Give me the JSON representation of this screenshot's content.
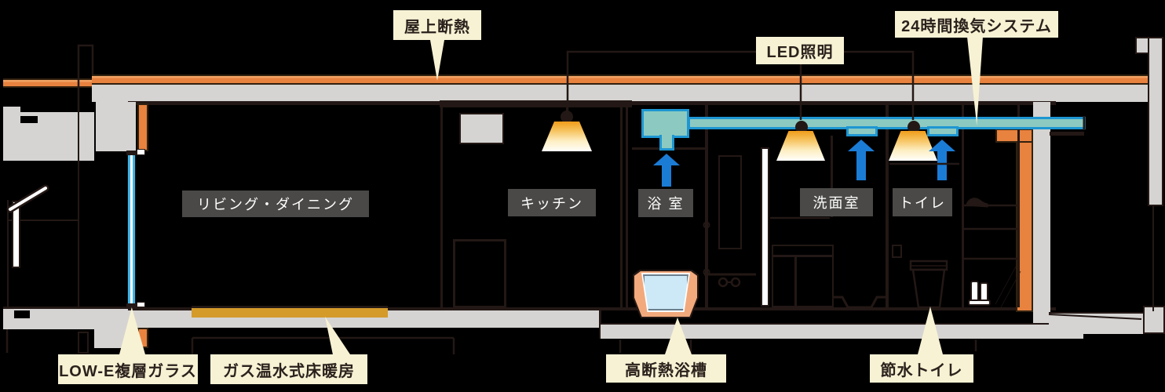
{
  "diagram": {
    "description": "apartment cross-section feature diagram",
    "callouts": {
      "rooftop_insulation": "屋上断熱",
      "led_lighting": "LED照明",
      "ventilation_24h": "24時間換気システム",
      "low_e_glass": "LOW-E複層ガラス",
      "gas_floor_heating": "ガス温水式床暖房",
      "insulated_bathtub": "高断熱浴槽",
      "water_saving_toilet": "節水トイレ"
    },
    "rooms": {
      "living_dining": "リビング・ダイニング",
      "kitchen": "キッチン",
      "bathroom": "浴 室",
      "washroom": "洗面室",
      "toilet": "トイレ"
    },
    "colors": {
      "background": "#000000",
      "insulation_orange": "#e8823f",
      "insulation_orange_highlight": "#f2a263",
      "concrete_gray": "#d5d4d2",
      "duct_teal": "#8ccac1",
      "duct_border_blue": "#1e96d2",
      "airflow_arrow_blue": "#1b7cd6",
      "glass_cyan": "#3fb4e8",
      "floor_heating_gold": "#d49b2b",
      "bathtub_shell_orange": "#f2a97c",
      "bath_water_blue": "#cde9f8",
      "callout_cream": "#f7f2d4",
      "room_label_gray": "#4a4947",
      "outline_dark": "#231815",
      "lamp_orange": "#f09c1a"
    },
    "icons": [
      "pendant-light-icon",
      "supply-air-arrow-icon",
      "ventilation-fan-icon",
      "bathtub-icon",
      "toilet-fixture-icon",
      "sneaker-icon",
      "boots-icon",
      "balcony-railing-icon",
      "washbasin-icon",
      "bath-stool-icon"
    ]
  }
}
